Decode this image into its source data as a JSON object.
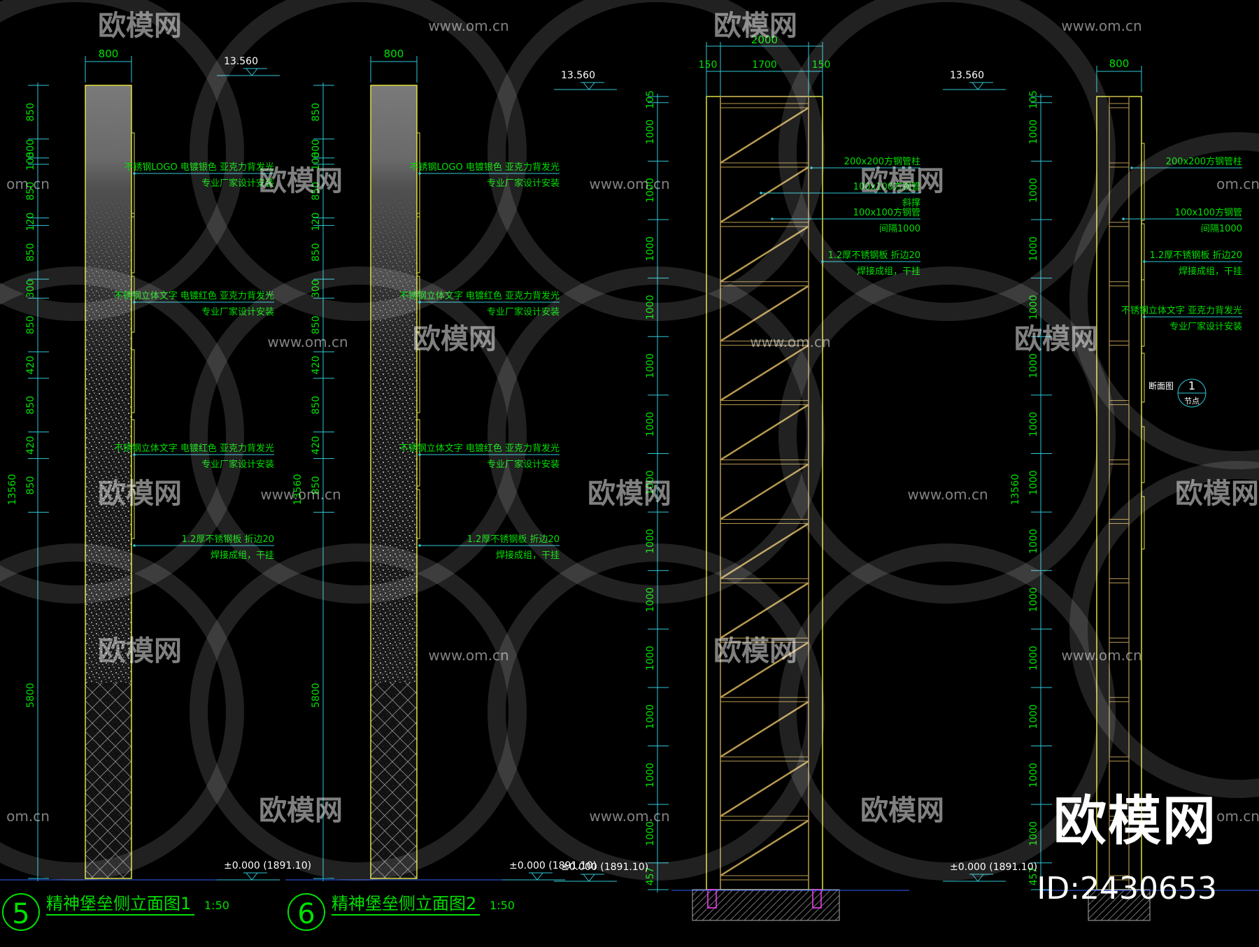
{
  "drawing": {
    "total_height": "13560",
    "panels": [
      {
        "id": "p1",
        "width_label": "800",
        "top_elev": "13.560",
        "base_elev": "±0.000 (1891.10)",
        "title_num": "5",
        "title": "精神堡垒侧立面图1",
        "scale": "1:50",
        "dims": [
          "850",
          "300",
          "100",
          "850",
          "120",
          "850",
          "300",
          "850",
          "420",
          "850",
          "420",
          "850",
          "5800"
        ],
        "total_label": "13560",
        "callouts": [
          {
            "l1": "不锈钢LOGO 电镀银色 亚克力背发光",
            "l2": "专业厂家设计安装"
          },
          {
            "l1": "不锈钢立体文字 电镀红色 亚克力背发光",
            "l2": "专业厂家设计安装"
          },
          {
            "l1": "不锈钢立体文字 电镀红色 亚克力背发光",
            "l2": "专业厂家设计安装"
          },
          {
            "l1": "1.2厚不锈钢板 折边20",
            "l2": "焊接成组，干挂"
          }
        ]
      },
      {
        "id": "p2",
        "width_label": "800",
        "base_elev": "±0.000 (1891.10)",
        "title_num": "6",
        "title": "精神堡垒侧立面图2",
        "scale": "1:50",
        "dims": [
          "850",
          "300",
          "100",
          "850",
          "120",
          "850",
          "300",
          "850",
          "420",
          "850",
          "420",
          "850",
          "5800"
        ],
        "total_label": "13560",
        "callouts": [
          {
            "l1": "不锈钢LOGO 电镀银色 亚克力背发光",
            "l2": "专业厂家设计安装"
          },
          {
            "l1": "不锈钢立体文字 电镀红色 亚克力背发光",
            "l2": "专业厂家设计安装"
          },
          {
            "l1": "不锈钢立体文字 电镀红色 亚克力背发光",
            "l2": "专业厂家设计安装"
          },
          {
            "l1": "1.2厚不锈钢板 折边20",
            "l2": "焊接成组，干挂"
          }
        ]
      },
      {
        "id": "p3",
        "top_elev": "13.560",
        "base_elev": "±0.000 (1891.10)",
        "width_total": "2000",
        "width_parts": [
          "150",
          "1700",
          "150"
        ],
        "dims": [
          "105",
          "1000",
          "1000",
          "1000",
          "1000",
          "1000",
          "1000",
          "1000",
          "1000",
          "1000",
          "1000",
          "1000",
          "1000",
          "1000",
          "457"
        ],
        "callouts": [
          {
            "l1": "200x200方钢管柱",
            "l2": ""
          },
          {
            "l1": "100x100方钢管",
            "l2": "斜撑"
          },
          {
            "l1": "100x100方钢管",
            "l2": "间隔1000"
          },
          {
            "l1": "1.2厚不锈钢板 折边20",
            "l2": "焊接成组，干挂"
          }
        ]
      },
      {
        "id": "p4",
        "top_elev": "13.560",
        "base_elev": "±0.000 (1891.10)",
        "width_label": "800",
        "total_label": "13560",
        "dims": [
          "105",
          "1000",
          "1000",
          "1000",
          "1000",
          "1000",
          "1000",
          "1000",
          "1000",
          "1000",
          "1000",
          "1000",
          "1000",
          "1000",
          "457"
        ],
        "section_mark": {
          "label": "断面图",
          "num": "1",
          "sheet": "节点"
        },
        "callouts": [
          {
            "l1": "200x200方钢管柱",
            "l2": ""
          },
          {
            "l1": "100x100方钢管",
            "l2": "间隔1000"
          },
          {
            "l1": "1.2厚不锈钢板 折边20",
            "l2": "焊接成组，干挂"
          },
          {
            "l1": "不锈钢立体文字 亚克力背发光",
            "l2": "专业厂家设计安装"
          }
        ]
      }
    ]
  },
  "watermarks": {
    "brand": "欧模网",
    "url": "www.om.cn",
    "url_partial": "om.cn",
    "id_text": "ID:2430653"
  },
  "colors": {
    "dim": "#00e000",
    "line": "#30c8d8",
    "outline": "#e0e040",
    "frame": "#b89a50",
    "text": "#ffffff",
    "footing": "#ff40ff"
  }
}
